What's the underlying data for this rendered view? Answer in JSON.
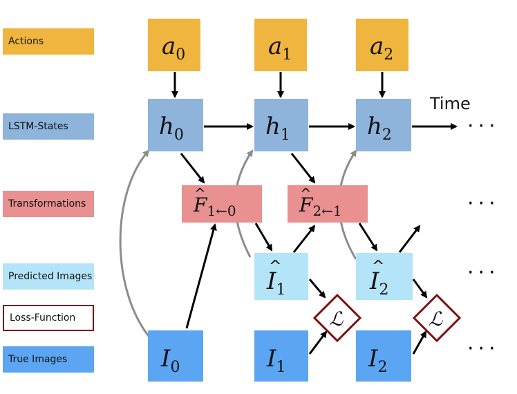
{
  "colors": {
    "actions": "#EFB53F",
    "lstm": "#8EB4DC",
    "transform": "#E99090",
    "predicted": "#B3E4F8",
    "loss_border": "#7B1010",
    "true": "#5BA5F2",
    "black_arrow": "#000000",
    "gray_arrow": "#8C8C8C"
  },
  "legend": [
    {
      "label": "Actions",
      "color_key": "actions"
    },
    {
      "label": "LSTM-States",
      "color_key": "lstm"
    },
    {
      "label": "Transformations",
      "color_key": "transform"
    },
    {
      "label": "Predicted Images",
      "color_key": "predicted"
    },
    {
      "label": "Loss-Function",
      "color_key": "loss"
    },
    {
      "label": "True Images",
      "color_key": "true"
    }
  ],
  "nodes": {
    "actions": [
      {
        "base": "a",
        "sub": "0"
      },
      {
        "base": "a",
        "sub": "1"
      },
      {
        "base": "a",
        "sub": "2"
      }
    ],
    "states": [
      {
        "base": "h",
        "sub": "0"
      },
      {
        "base": "h",
        "sub": "1"
      },
      {
        "base": "h",
        "sub": "2"
      }
    ],
    "transforms": [
      {
        "base": "F",
        "sub": "1←0"
      },
      {
        "base": "F",
        "sub": "2←1"
      }
    ],
    "predicted": [
      {
        "base": "I",
        "sub": "1"
      },
      {
        "base": "I",
        "sub": "2"
      }
    ],
    "loss": [
      {
        "symbol": "ℒ"
      },
      {
        "symbol": "ℒ"
      }
    ],
    "true": [
      {
        "base": "I",
        "sub": "0"
      },
      {
        "base": "I",
        "sub": "1"
      },
      {
        "base": "I",
        "sub": "2"
      }
    ]
  },
  "time_label": "Time",
  "ellipsis": "···"
}
